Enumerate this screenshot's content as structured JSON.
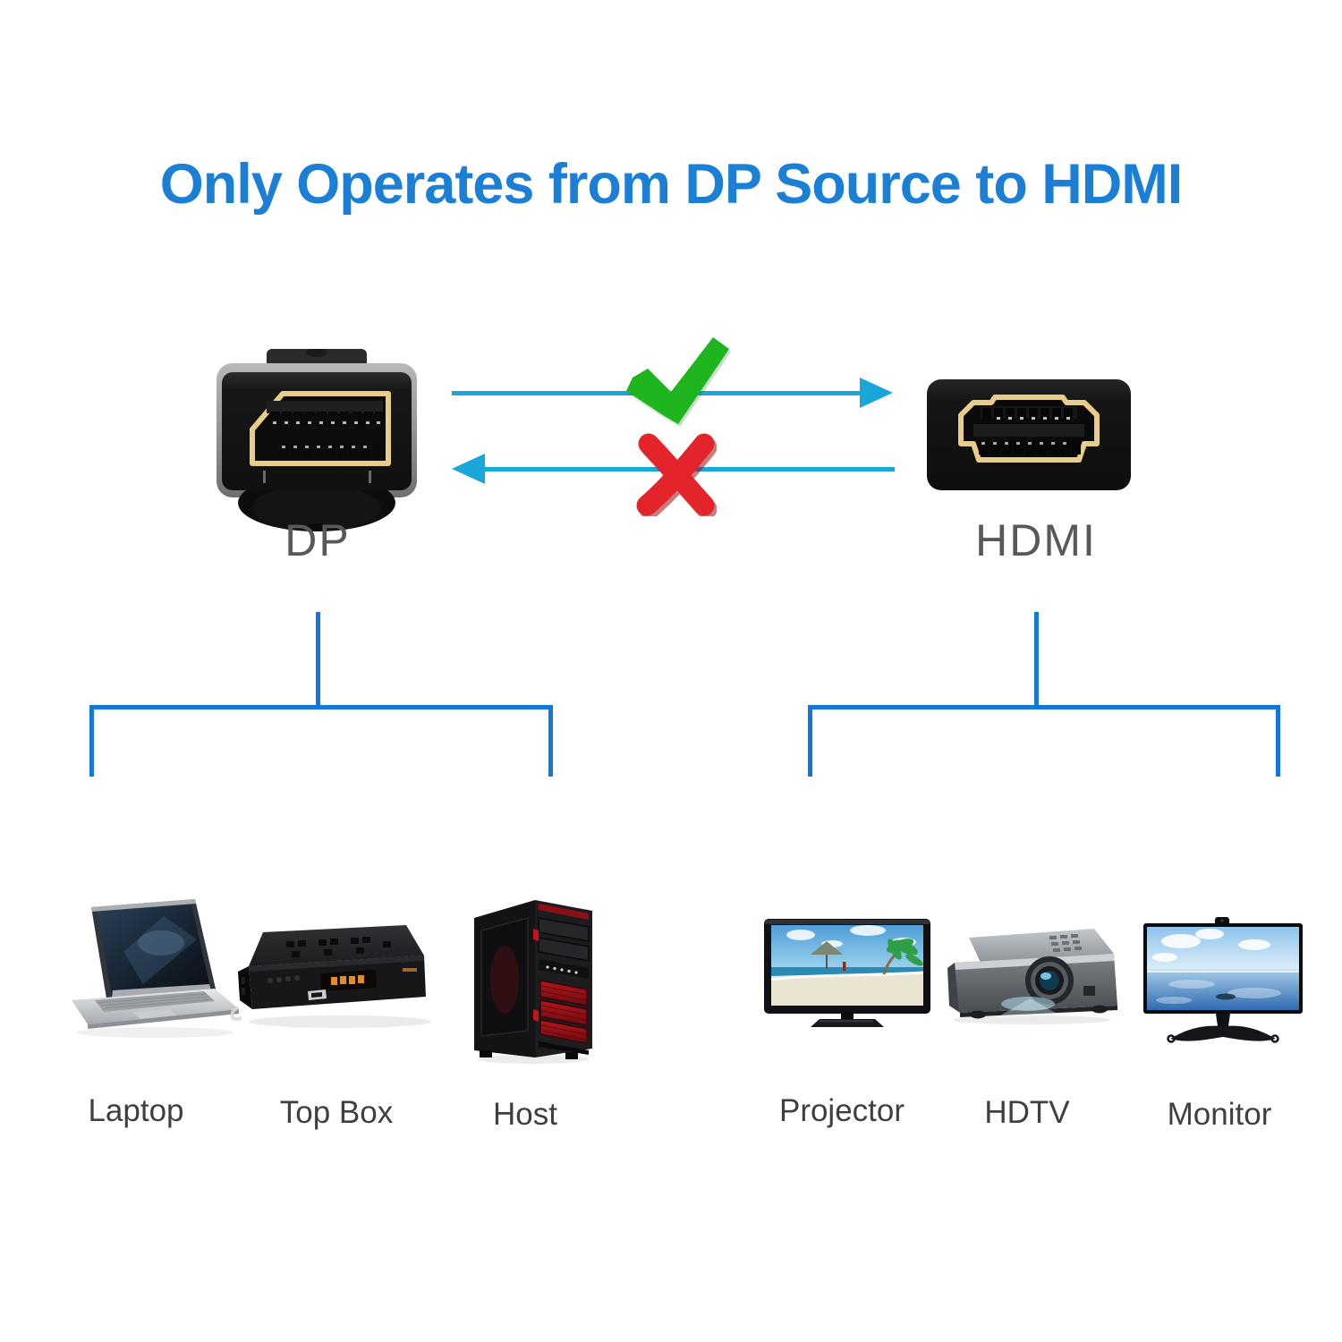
{
  "title": {
    "text": "Only Operates from DP Source to HDMI"
  },
  "connectors": {
    "dp": {
      "label": "DP"
    },
    "hdmi": {
      "label": "HDMI"
    }
  },
  "source_devices": [
    {
      "label": "Laptop"
    },
    {
      "label": "Top Box"
    },
    {
      "label": "Host"
    }
  ],
  "sink_devices": [
    {
      "label": "Projector"
    },
    {
      "label": "HDTV"
    },
    {
      "label": "Monitor"
    }
  ],
  "icons": {
    "forward": "checkmark-icon",
    "backward": "cross-icon",
    "source_port": "dp-connector-icon",
    "sink_port": "hdmi-connector-icon",
    "source_device_icons": [
      "laptop-icon",
      "top-box-icon",
      "host-tower-icon"
    ],
    "sink_device_icons": [
      "tv-icon",
      "projector-icon",
      "monitor-icon"
    ]
  },
  "colors": {
    "title": "#1b7fd6",
    "arrow": "#18a7d8",
    "bracket": "#1277d6",
    "check": "#1fb51f",
    "cross": "#e3242a",
    "connector_label": "#58595b",
    "device_label": "#3d3f42",
    "gold": "#e8cd8a"
  }
}
